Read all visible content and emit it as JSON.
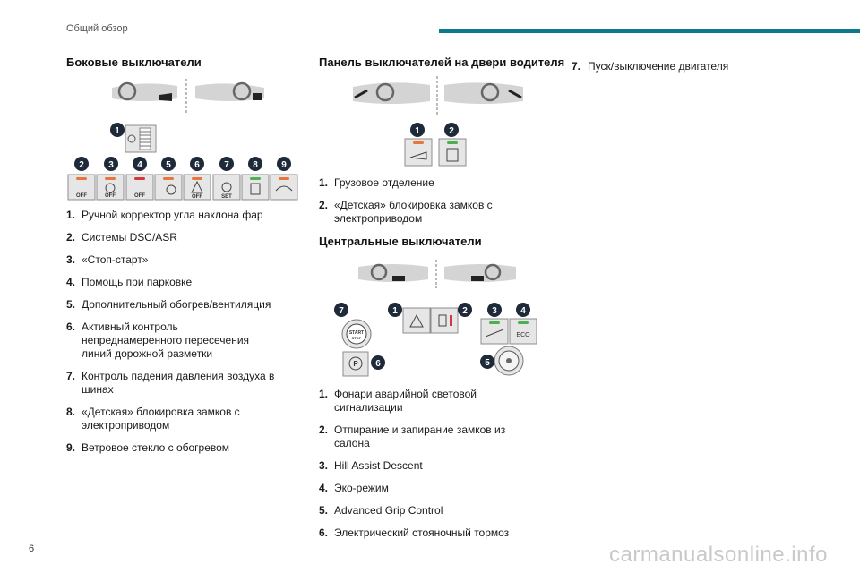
{
  "header": {
    "section": "Общий обзор"
  },
  "page_number": "6",
  "watermark": "carmanualsonline.info",
  "left": {
    "title": "Боковые выключатели",
    "items": [
      {
        "n": "1.",
        "text": "Ручной корректор угла наклона фар"
      },
      {
        "n": "2.",
        "text": "Системы DSC/ASR"
      },
      {
        "n": "3.",
        "text": "«Стоп-старт»"
      },
      {
        "n": "4.",
        "text": "Помощь при парковке"
      },
      {
        "n": "5.",
        "text": "Дополнительный обогрев/вентиляция"
      },
      {
        "n": "6.",
        "text": "Активный контроль непреднамеренного пересечения линий дорожной разметки"
      },
      {
        "n": "7.",
        "text": "Контроль падения давления воздуха в шинах"
      },
      {
        "n": "8.",
        "text": "«Детская» блокировка замков с электроприводом"
      },
      {
        "n": "9.",
        "text": "Ветровое стекло с обогревом"
      }
    ],
    "badges": [
      "1",
      "2",
      "3",
      "4",
      "5",
      "6",
      "7",
      "8",
      "9"
    ],
    "button_labels": {
      "off": "OFF",
      "set": "SET"
    }
  },
  "middle": {
    "title1": "Панель выключателей на двери водителя",
    "items1": [
      {
        "n": "1.",
        "text": "Грузовое отделение"
      },
      {
        "n": "2.",
        "text": "«Детская» блокировка замков с электроприводом"
      }
    ],
    "badges1": [
      "1",
      "2"
    ],
    "title2": "Центральные выключатели",
    "items2": [
      {
        "n": "1.",
        "text": "Фонари аварийной световой сигнализации"
      },
      {
        "n": "2.",
        "text": "Отпирание и запирание замков из салона"
      },
      {
        "n": "3.",
        "text": "Hill Assist Descent"
      },
      {
        "n": "4.",
        "text": "Эко-режим"
      },
      {
        "n": "5.",
        "text": "Advanced Grip Control"
      },
      {
        "n": "6.",
        "text": "Электрический стояночный тормоз"
      }
    ],
    "badges2": [
      "7",
      "1",
      "2",
      "3",
      "4",
      "5",
      "6"
    ],
    "labels2": {
      "eco": "ECO",
      "start": "START",
      "stop": "STOP",
      "p": "P"
    }
  },
  "right": {
    "item": {
      "n": "7.",
      "text": "Пуск/выключение двигателя"
    }
  },
  "colors": {
    "accent": "#0d7a8c",
    "badge": "#1e2a3a",
    "orange_led": "#e8763a",
    "red_led": "#d23a3a",
    "green_led": "#4caf50"
  }
}
